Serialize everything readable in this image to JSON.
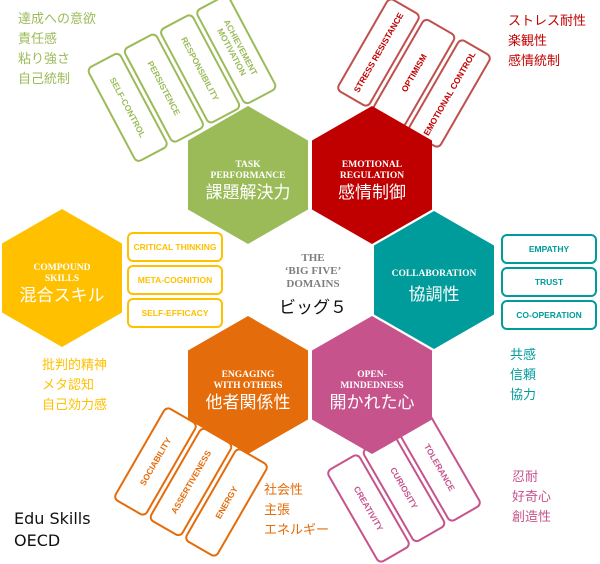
{
  "colors": {
    "task": "#9bbb59",
    "emotional": "#c00000",
    "collaboration": "#009b9b",
    "open": "#c6538c",
    "engaging": "#e46c0a",
    "compound": "#ffc000"
  },
  "center": {
    "line1": "THE",
    "line2": "‘BIG FIVE’",
    "line3": "DOMAINS",
    "jp": "ビッグ５"
  },
  "domains": {
    "task": {
      "en1": "TASK",
      "en2": "PERFORMANCE",
      "jp": "課題解決力",
      "skills": [
        "ACHIEVEMENT MOTIVATION",
        "RESPONSIBILITY",
        "PERSISTENCE",
        "SELF-CONTROL"
      ],
      "jp_skills": [
        "達成への意欲",
        "責任感",
        "粘り強さ",
        "自己統制"
      ]
    },
    "emotional": {
      "en1": "EMOTIONAL",
      "en2": "REGULATION",
      "jp": "感情制御",
      "skills": [
        "STRESS RESISTANCE",
        "OPTIMISM",
        "EMOTIONAL CONTROL"
      ],
      "jp_skills": [
        "ストレス耐性",
        "楽観性",
        "感情統制"
      ]
    },
    "collaboration": {
      "en1": "COLLABORATION",
      "jp": "協調性",
      "skills": [
        "EMPATHY",
        "TRUST",
        "CO-OPERATION"
      ],
      "jp_skills": [
        "共感",
        "信頼",
        "協力"
      ]
    },
    "open": {
      "en1": "OPEN-",
      "en2": "MINDEDNESS",
      "jp": "開かれた心",
      "skills": [
        "TOLERANCE",
        "CURIOSITY",
        "CREATIVITY"
      ],
      "jp_skills": [
        "忍耐",
        "好奇心",
        "創造性"
      ]
    },
    "engaging": {
      "en1": "ENGAGING",
      "en2": "WITH OTHERS",
      "jp": "他者関係性",
      "skills": [
        "SOCIABILITY",
        "ASSERTIVENESS",
        "ENERGY"
      ],
      "jp_skills": [
        "社会性",
        "主張",
        "エネルギー"
      ]
    },
    "compound": {
      "en1": "COMPOUND",
      "en2": "SKILLS",
      "jp": "混合スキル",
      "skills": [
        "CRITICAL THINKING",
        "META-COGNITION",
        "SELF-EFFICACY"
      ],
      "jp_skills": [
        "批判的精神",
        "メタ認知",
        "自己効力感"
      ]
    }
  },
  "brand": {
    "line1": "Edu Skills",
    "line2": "OECD"
  }
}
